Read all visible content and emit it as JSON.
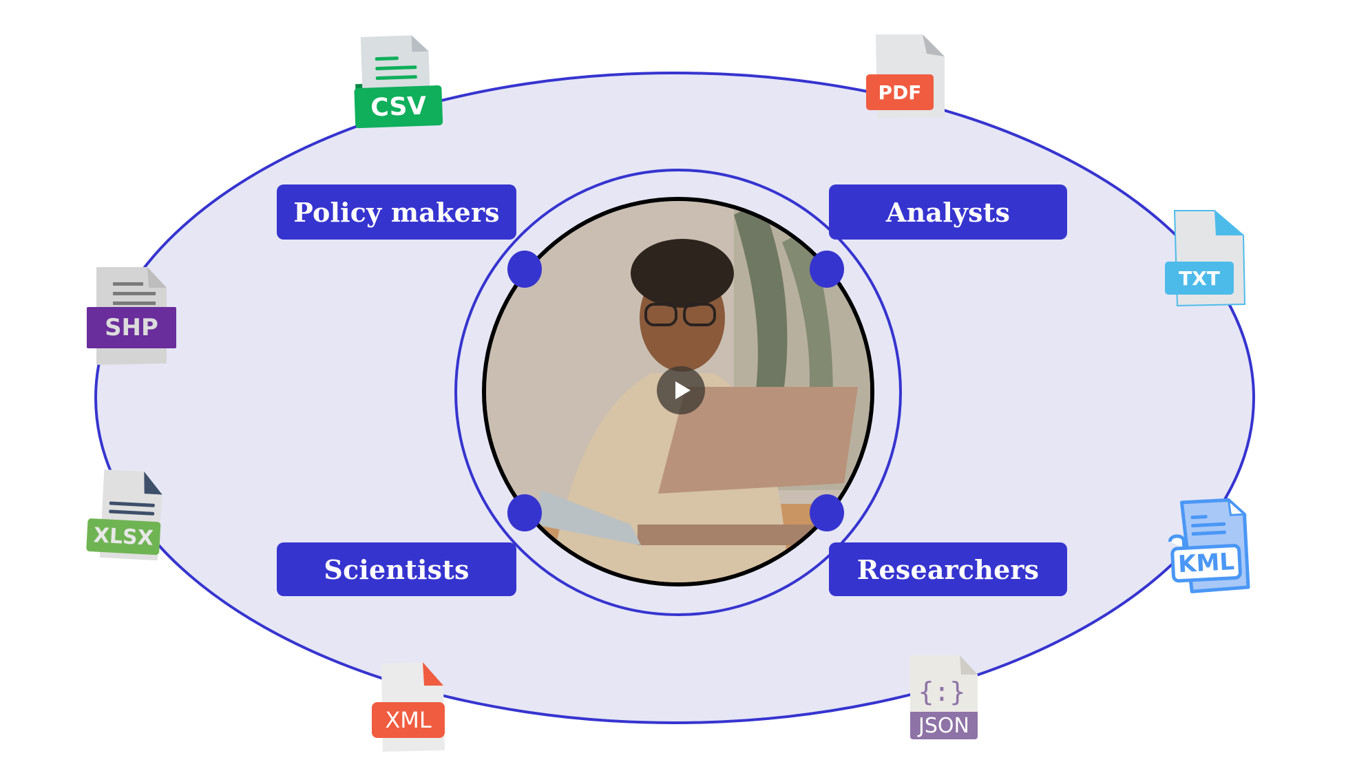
{
  "diagram": {
    "colors": {
      "accent": "#3634cf",
      "ellipse_fill": "#e6e6f5",
      "label_text": "#ffffff"
    },
    "center": {
      "media_type": "video",
      "play_icon": "play-icon",
      "description": "Smiling man with glasses using a laptop"
    },
    "audiences": [
      {
        "label": "Policy makers"
      },
      {
        "label": "Analysts"
      },
      {
        "label": "Scientists"
      },
      {
        "label": "Researchers"
      }
    ],
    "file_types": [
      {
        "label": "CSV",
        "color": "#0faf5b"
      },
      {
        "label": "PDF",
        "color": "#f05c40"
      },
      {
        "label": "TXT",
        "color": "#4dbbea"
      },
      {
        "label": "KML",
        "color": "#4a97f5"
      },
      {
        "label": "JSON",
        "color": "#8e73a6"
      },
      {
        "label": "XML",
        "color": "#f05c40"
      },
      {
        "label": "XLSX",
        "color": "#6fb453"
      },
      {
        "label": "SHP",
        "color": "#6a2d9c"
      }
    ]
  }
}
